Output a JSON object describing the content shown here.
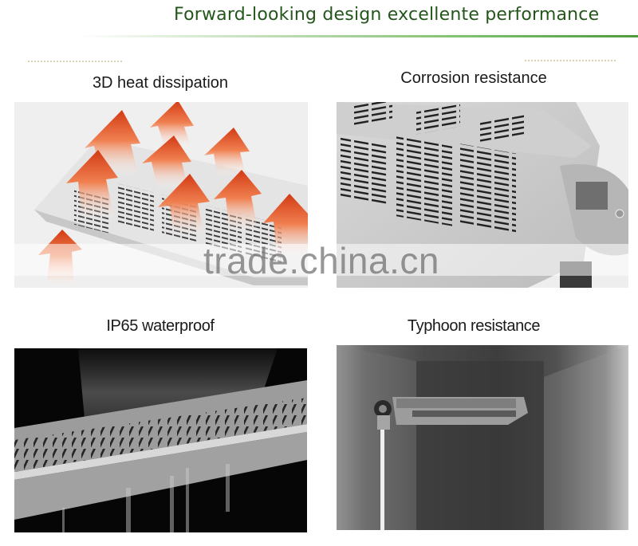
{
  "header": {
    "title": "Forward-looking design excellente performance",
    "accent_color": "#24561c",
    "rule_color": "#4f9a3e"
  },
  "features": [
    {
      "caption": "3D heat dissipation",
      "image": "streetlight-heat-arrows"
    },
    {
      "caption": "Corrosion resistance",
      "image": "streetlight-closeup-housing"
    },
    {
      "caption": "IP65 waterproof",
      "image": "streetlight-under-water-spray"
    },
    {
      "caption": "Typhoon resistance",
      "image": "streetlight-on-pole-wind-tunnel"
    }
  ],
  "watermark": {
    "text": "trade.china.cn"
  }
}
